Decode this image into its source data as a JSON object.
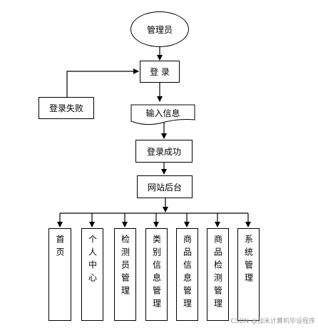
{
  "nodes": {
    "admin": "管理员",
    "login": "登 录",
    "login_fail": "登录失败",
    "input_info": "输入信息",
    "login_success": "登录成功",
    "backend": "网站后台"
  },
  "modules": [
    {
      "id": "home",
      "label": "首页"
    },
    {
      "id": "personal",
      "label": "个人中心"
    },
    {
      "id": "inspector",
      "label": "检测员管理"
    },
    {
      "id": "category",
      "label": "类别信息管理"
    },
    {
      "id": "product_info",
      "label": "商品信息管理"
    },
    {
      "id": "product_test",
      "label": "商品检测管理"
    },
    {
      "id": "system",
      "label": "系统管理"
    }
  ],
  "watermark": "CSDN @加米计算机毕设程序"
}
